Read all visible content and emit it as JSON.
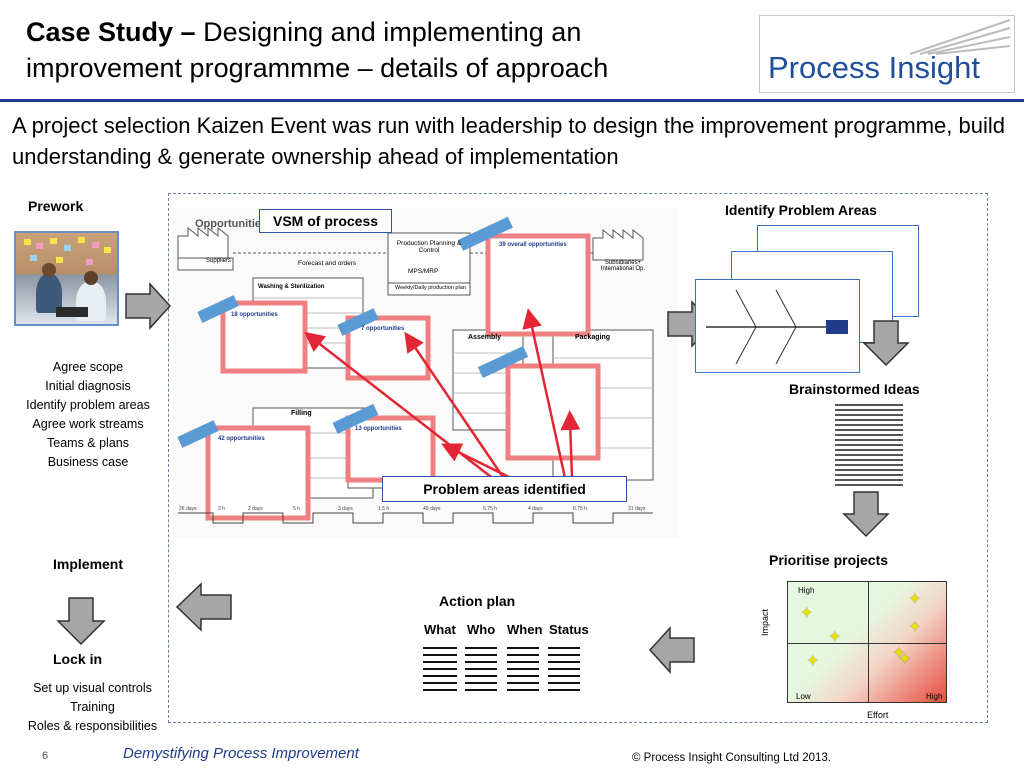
{
  "header": {
    "title_bold": "Case Study –",
    "title_rest_1": "Designing and implementing an",
    "title_rest_2": "improvement programmme – details of approach",
    "logo_text_1": "Process ",
    "logo_text_2": "Insight"
  },
  "lead": "A project selection Kaizen Event was run with leadership to design the improvement programme, build understanding & generate ownership ahead of implementation",
  "prework": {
    "label": "Prework",
    "items": [
      "Agree scope",
      "Initial diagnosis",
      "Identify problem areas",
      "Agree work streams",
      "Teams & plans",
      "Business case"
    ]
  },
  "vsm": {
    "callout": "VSM of process",
    "problem_callout": "Problem areas identified",
    "opportunities_label": "Opportunities",
    "suppliers_label": "Suppliers",
    "forecast_label": "Forecast and orders",
    "production_planning": "Production Planning & Control",
    "mps": "MPS/MRP",
    "weekly_plan": "Weekly/Daily production plan",
    "subsidiaries": "Subsidiaries+ International Op.",
    "washing": "Washing & Sterilization",
    "assembly": "Assembly",
    "packaging": "Packaging",
    "filling": "Filling",
    "opp_boxes": [
      {
        "title": "18 opportunities"
      },
      {
        "title": "7 opportunities"
      },
      {
        "title": "39 overall opportunities"
      },
      {
        "title": "42 opportunities"
      },
      {
        "title": "13 opportunities"
      }
    ]
  },
  "identify": {
    "label": "Identify Problem Areas"
  },
  "brainstorm": {
    "label": "Brainstormed Ideas"
  },
  "prioritise": {
    "label": "Prioritise projects",
    "high": "High",
    "low": "Low",
    "high_right": "High",
    "impact": "Impact",
    "effort": "Effort"
  },
  "action_plan": {
    "label": "Action plan",
    "columns": [
      "What",
      "Who",
      "When",
      "Status"
    ]
  },
  "implement": {
    "label": "Implement"
  },
  "lockin": {
    "label": "Lock in",
    "items": [
      "Set up visual controls",
      "Training",
      "Roles & responsibilities"
    ]
  },
  "footer": {
    "page": "6",
    "center": "Demystifying Process Improvement",
    "right": "©  Process Insight Consulting Ltd  2013."
  },
  "colors": {
    "brand_blue": "#1f4e9a",
    "rule": "#1f3c8a",
    "problem_red": "#e32636"
  }
}
